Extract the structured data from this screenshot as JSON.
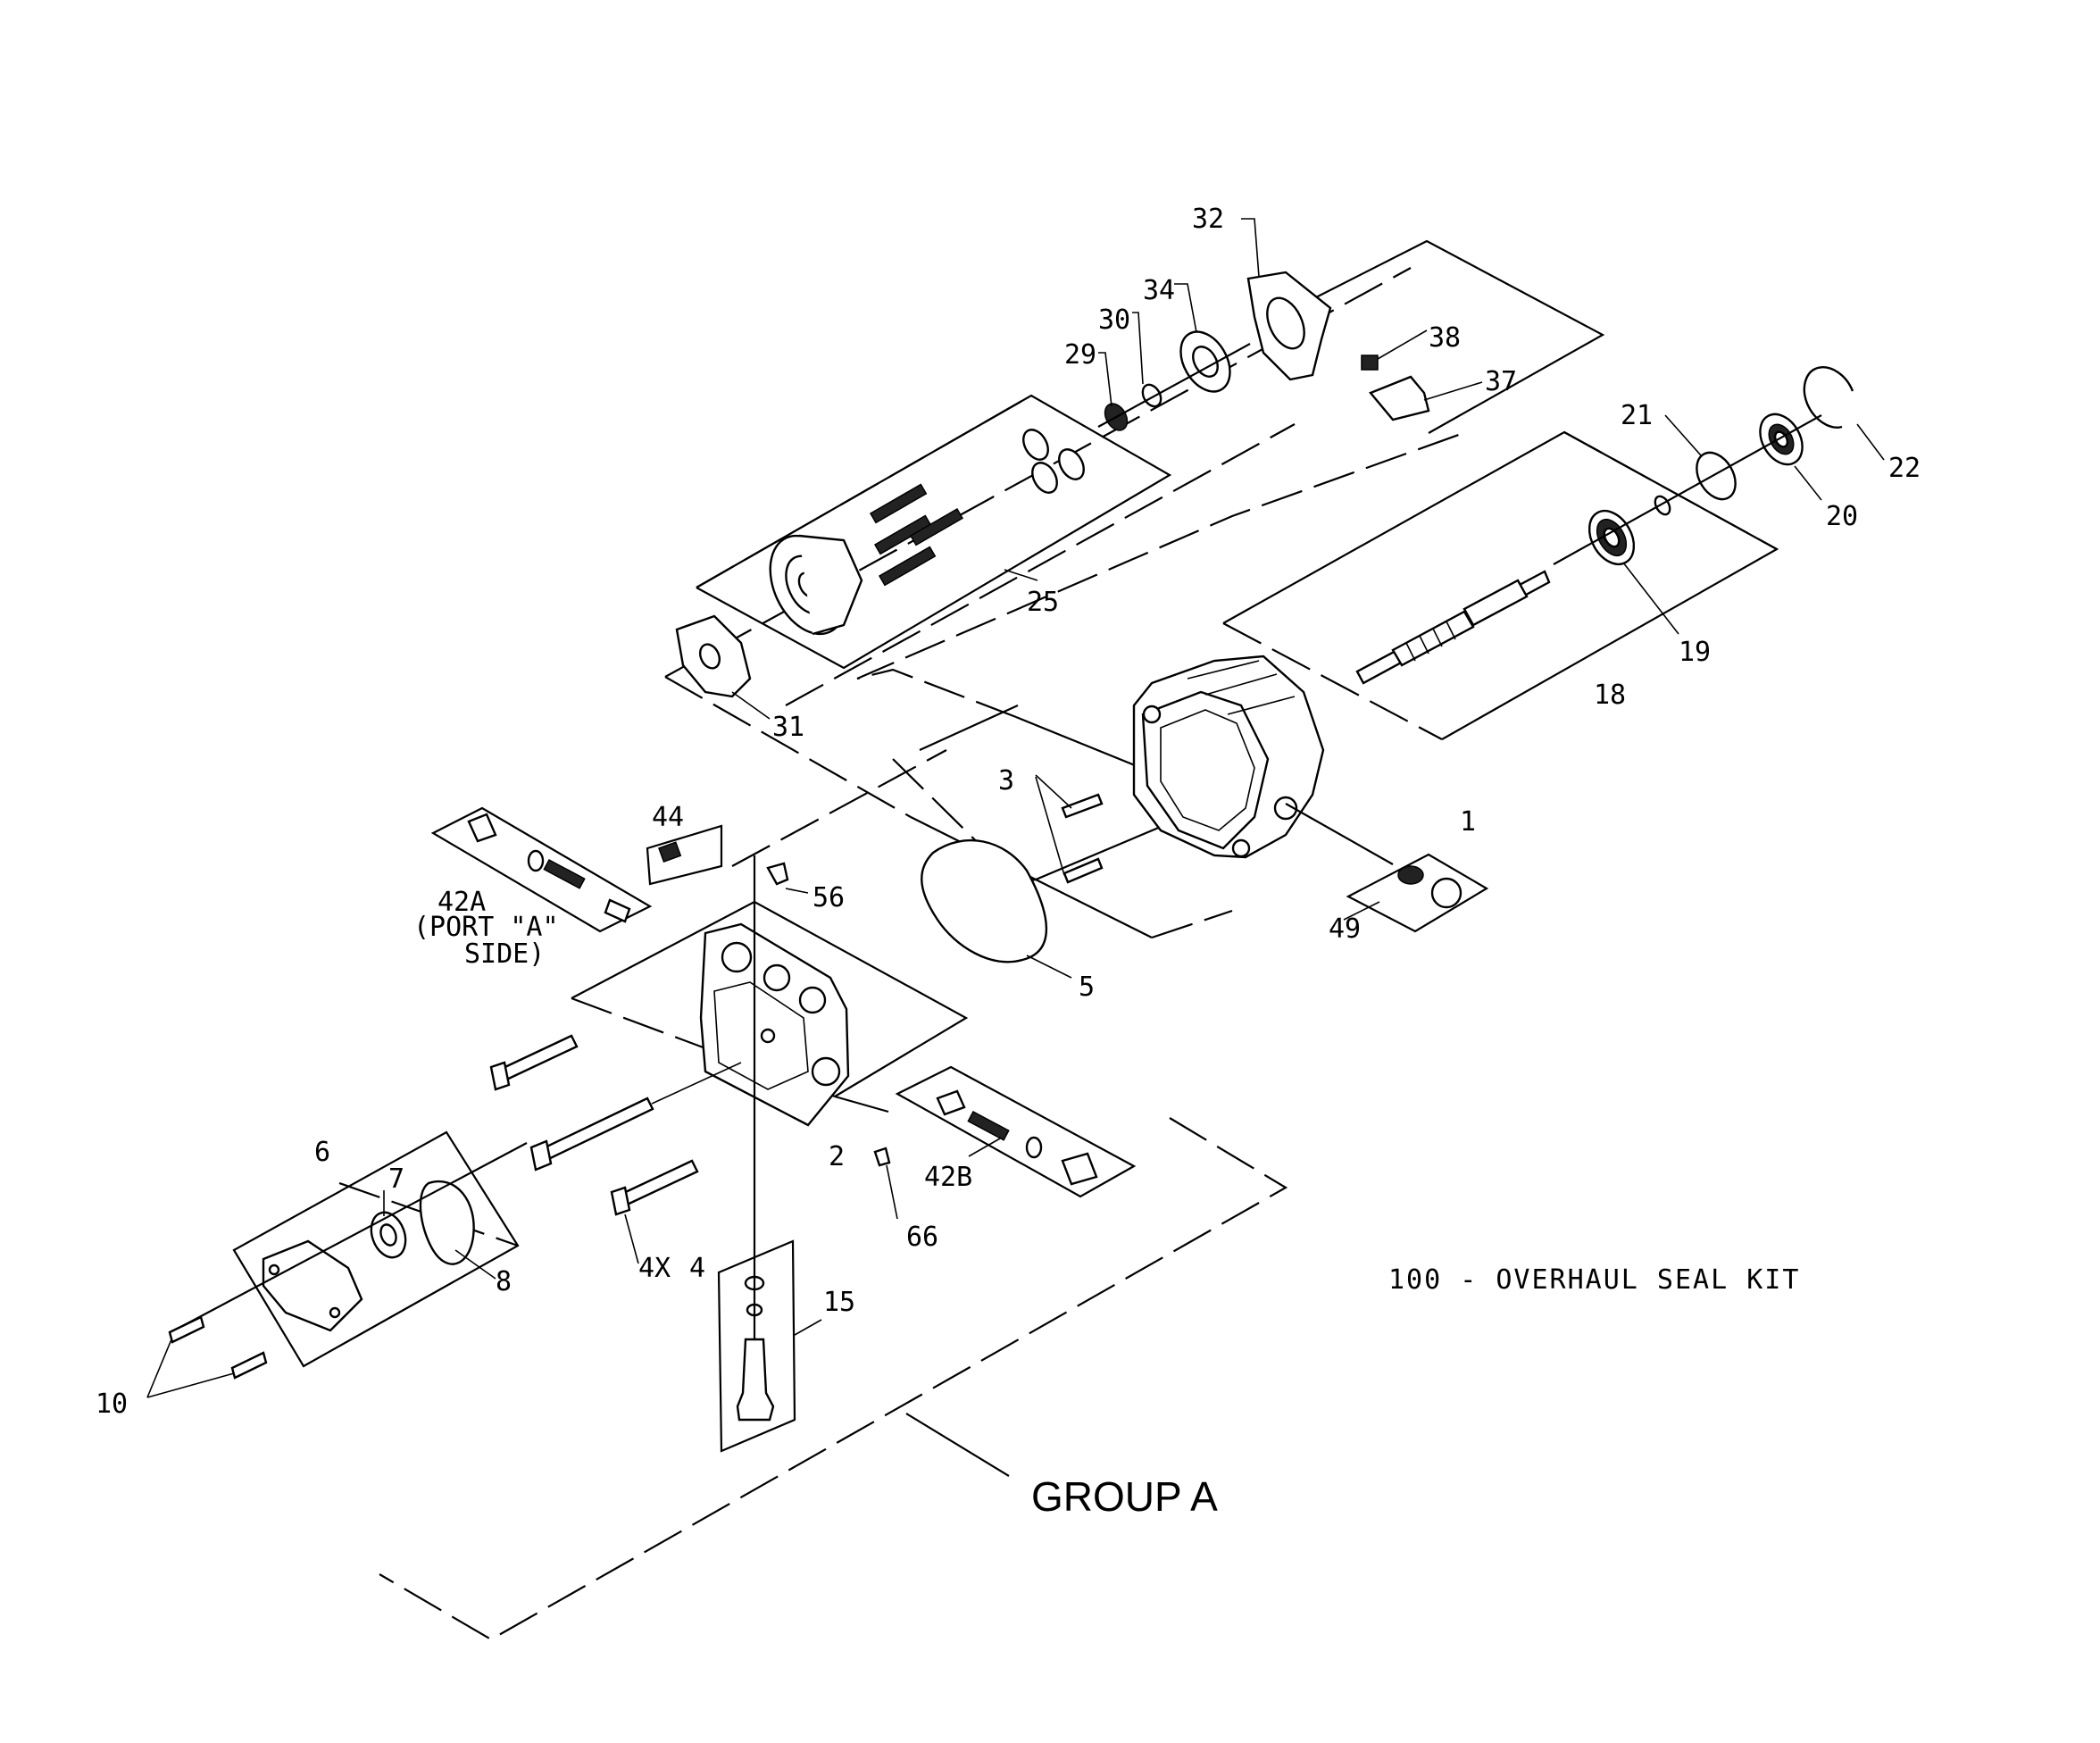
{
  "callouts": {
    "c1": "1",
    "c2": "2",
    "c3": "3",
    "c4": "4",
    "c4x": "4X",
    "c5": "5",
    "c6": "6",
    "c7": "7",
    "c8": "8",
    "c10": "10",
    "c15": "15",
    "c18": "18",
    "c19": "19",
    "c20": "20",
    "c21": "21",
    "c22": "22",
    "c25": "25",
    "c29": "29",
    "c30": "30",
    "c31": "31",
    "c32": "32",
    "c34": "34",
    "c37": "37",
    "c38": "38",
    "c42a": "42A",
    "c42a_port": "(PORT \"A\"",
    "c42a_side": "SIDE)",
    "c42b": "42B",
    "c44": "44",
    "c49": "49",
    "c56": "56",
    "c66": "66"
  },
  "notes": {
    "seal_kit": "100 - OVERHAUL SEAL KIT",
    "group_label": "GROUP A"
  },
  "icons": [
    "housing-icon",
    "shaft-icon",
    "bearing-icon",
    "endcap-icon",
    "gasket-icon",
    "cylinder-block-icon",
    "valve-icon",
    "bolt-icon",
    "seal-icon",
    "snap-ring-icon"
  ]
}
